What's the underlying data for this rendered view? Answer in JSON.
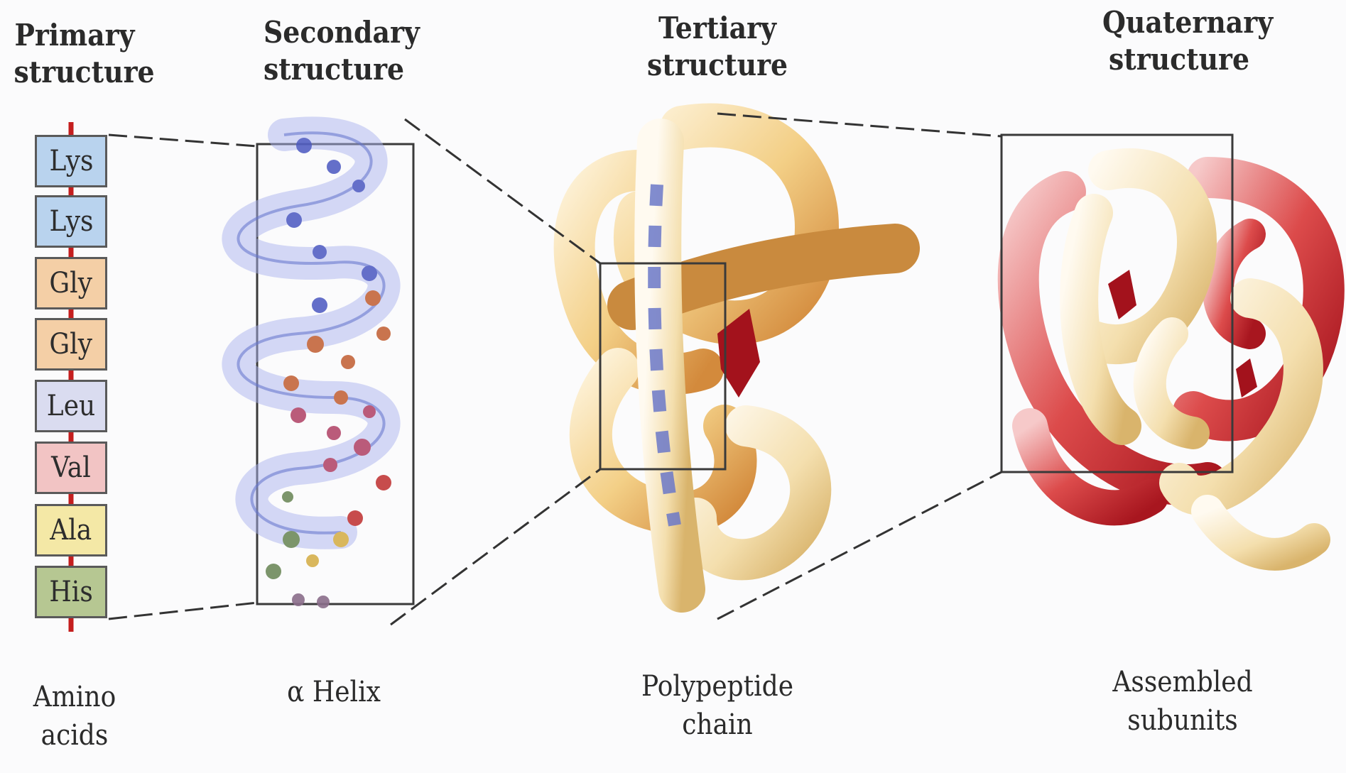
{
  "columns": {
    "primary": {
      "title_line1": "Primary",
      "title_line2": "structure",
      "caption_line1": "Amino",
      "caption_line2": "acids"
    },
    "secondary": {
      "title_line1": "Secondary",
      "title_line2": "structure",
      "caption_line1": "α Helix",
      "caption_line2": ""
    },
    "tertiary": {
      "title_line1": "Tertiary",
      "title_line2": "structure",
      "caption_line1": "Polypeptide",
      "caption_line2": "chain"
    },
    "quaternary": {
      "title_line1": "Quaternary",
      "title_line2": "structure",
      "caption_line1": "Assembled",
      "caption_line2": "subunits"
    }
  },
  "amino_acids": [
    {
      "name": "Lys",
      "color": "#b9d3ee"
    },
    {
      "name": "Lys",
      "color": "#b9d3ee"
    },
    {
      "name": "Gly",
      "color": "#f4cfa6"
    },
    {
      "name": "Gly",
      "color": "#f4cfa6"
    },
    {
      "name": "Leu",
      "color": "#dadcf0"
    },
    {
      "name": "Val",
      "color": "#f2c4c4"
    },
    {
      "name": "Ala",
      "color": "#f4e8a6"
    },
    {
      "name": "His",
      "color": "#b6c792"
    }
  ],
  "colors": {
    "backbone": "#c41e1e",
    "helix_ribbon": "#9aa6e6",
    "tertiary_ribbon": "#f0c27a",
    "quaternary_alpha": "#d3343c",
    "quaternary_beta": "#f2d39a",
    "heme": "#a3121c"
  }
}
